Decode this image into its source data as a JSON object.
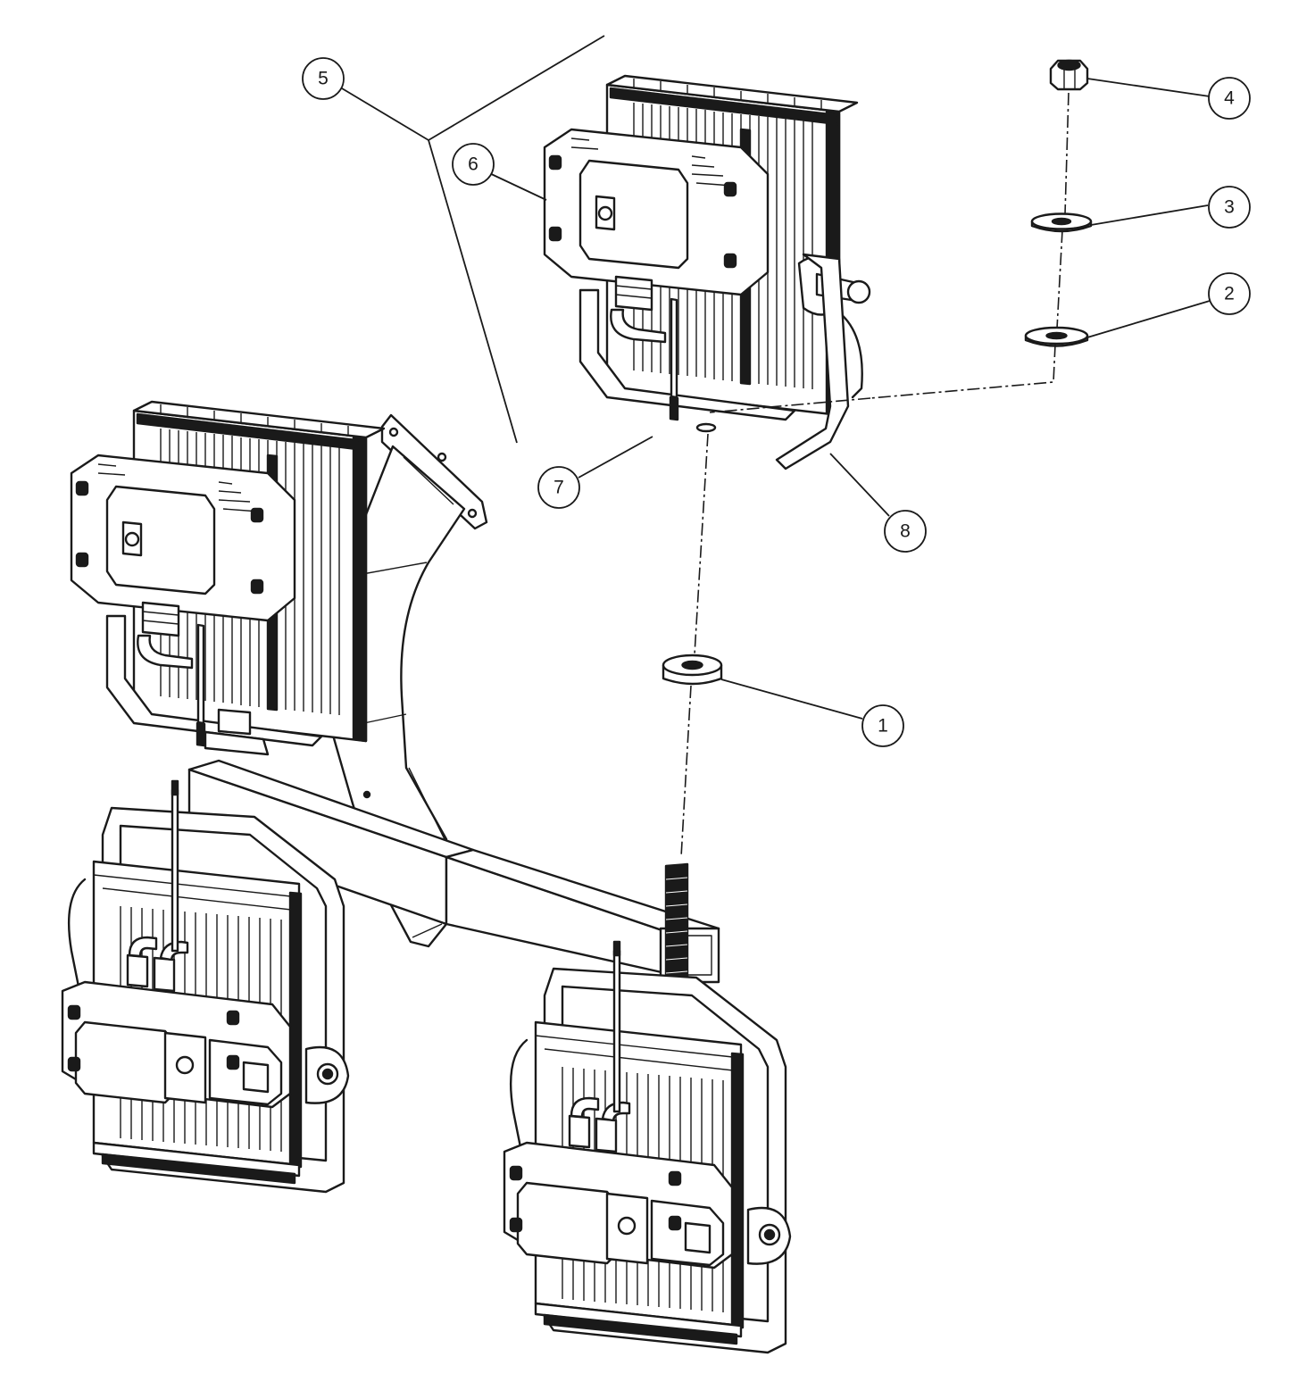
{
  "diagram": {
    "type": "exploded-assembly",
    "colors": {
      "line": "#1a1a1a",
      "background": "#ffffff"
    },
    "callouts": [
      {
        "id": "c1",
        "label": "1",
        "part": "spacer"
      },
      {
        "id": "c2",
        "label": "2",
        "part": "washer"
      },
      {
        "id": "c3",
        "label": "3",
        "part": "washer"
      },
      {
        "id": "c4",
        "label": "4",
        "part": "lock-nut"
      },
      {
        "id": "c5",
        "label": "5",
        "part": "light-fixture"
      },
      {
        "id": "c6",
        "label": "6",
        "part": "driver-box"
      },
      {
        "id": "c7",
        "label": "7",
        "part": "cable"
      },
      {
        "id": "c8",
        "label": "8",
        "part": "mounting-yoke"
      }
    ]
  }
}
